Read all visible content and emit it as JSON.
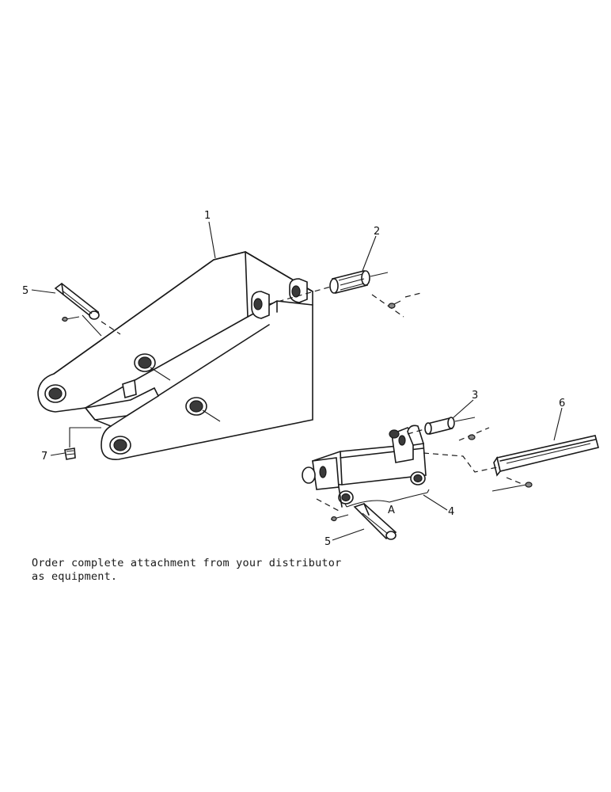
{
  "callouts": {
    "c1": "1",
    "c2": "2",
    "c3": "3",
    "c4": "4",
    "c5a": "5",
    "c5b": "5",
    "c6": "6",
    "c7": "7",
    "dim_a": "A"
  },
  "note": {
    "line1": "Order complete attachment from your distributor",
    "line2": "as equipment."
  }
}
